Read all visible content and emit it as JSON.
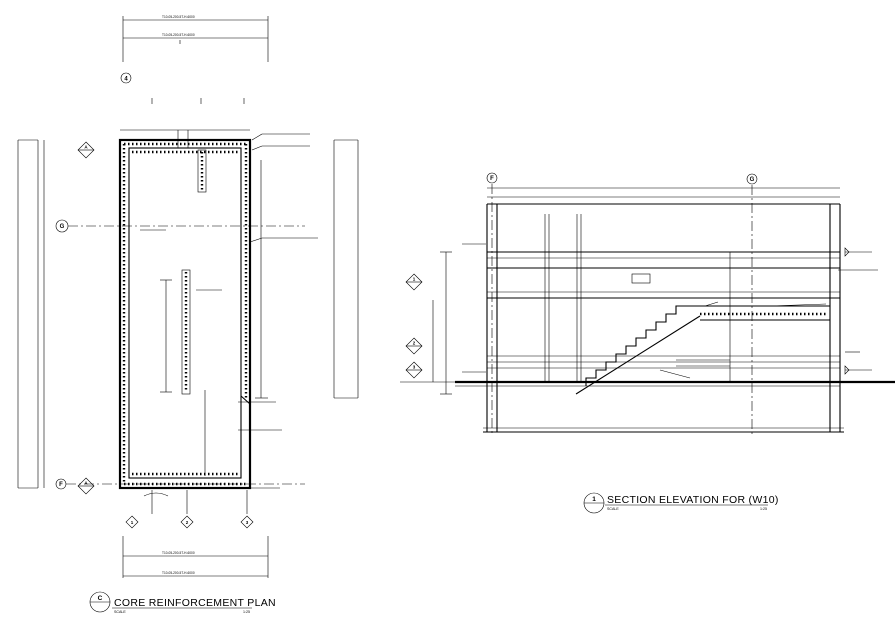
{
  "plan": {
    "title": "CORE REINFORCEMENT PLAN",
    "marker": "C",
    "scale_label": "SCALE",
    "scale_value": "1:25",
    "grid_top": "4",
    "grid_mid": "G",
    "grid_bottom": "F",
    "section_top": "A",
    "section_bottom": "A",
    "bottom_marks": [
      "1",
      "2",
      "3"
    ]
  },
  "elevation": {
    "title": "SECTION ELEVATION FOR (W10)",
    "marker": "1",
    "scale_label": "SCALE",
    "scale_value": "1:25",
    "grid_left": "F",
    "grid_right": "G",
    "left_marks": [
      "1",
      "2",
      "3"
    ]
  },
  "colors": {
    "ink": "#000000",
    "paper": "#ffffff"
  }
}
